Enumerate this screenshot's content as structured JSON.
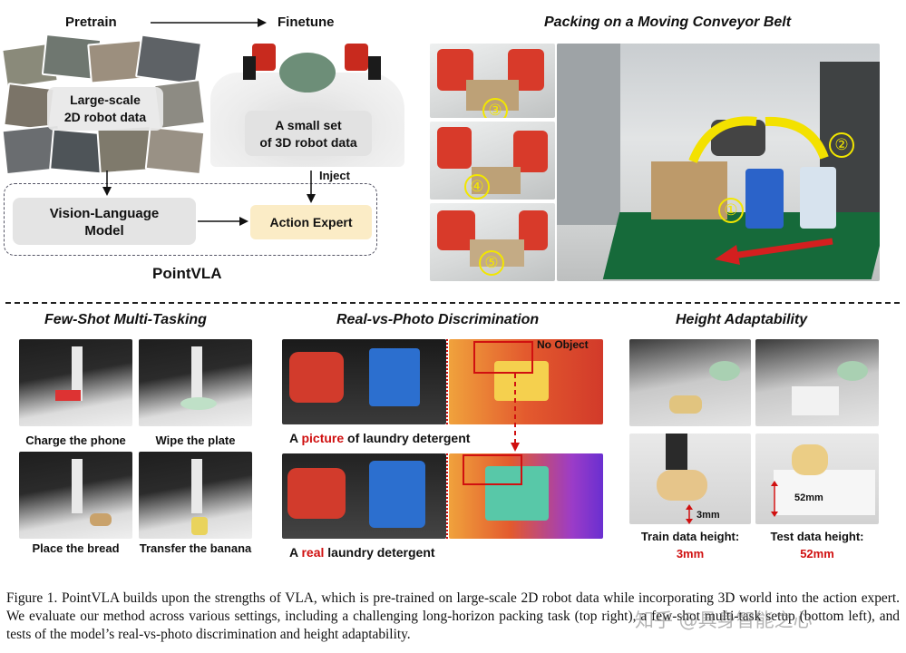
{
  "top_left": {
    "pretrain": "Pretrain",
    "finetune": "Finetune",
    "large_scale_1": "Large-scale",
    "large_scale_2": "2D robot data",
    "small_set_1": "A small set",
    "small_set_2": "of 3D robot data",
    "inject": "Inject",
    "vlm_1": "Vision-Language",
    "vlm_2": "Model",
    "action_expert": "Action Expert",
    "pointvla": "PointVLA"
  },
  "conveyor": {
    "title": "Packing on a Moving Conveyor Belt",
    "steps": [
      "①",
      "②",
      "③",
      "④",
      "⑤"
    ]
  },
  "few_shot": {
    "title": "Few-Shot Multi-Tasking",
    "tasks": [
      "Charge the phone",
      "Wipe the plate",
      "Place the bread",
      "Transfer the banana"
    ]
  },
  "real_vs_photo": {
    "title": "Real-vs-Photo Discrimination",
    "no_object": "No Object",
    "picture_prefix": "A ",
    "picture_word": "picture",
    "picture_suffix": " of laundry detergent",
    "real_prefix": "A ",
    "real_word": "real",
    "real_suffix": " laundry detergent"
  },
  "height": {
    "title": "Height Adaptability",
    "train_dim": "3mm",
    "test_dim": "52mm",
    "train_label": "Train data height:",
    "train_value": "3mm",
    "test_label": "Test data height:",
    "test_value": "52mm"
  },
  "caption": "Figure 1. PointVLA builds upon the strengths of VLA, which is pre-trained on large-scale 2D robot data while incorporating 3D world into the action expert. We evaluate our method across various settings, including a challenging long-horizon packing task (top right), a few-shot multi-task setup (bottom left), and tests of the model’s real-vs-photo discrimination and height adaptability.",
  "watermark": "知乎 @具身智能之心"
}
